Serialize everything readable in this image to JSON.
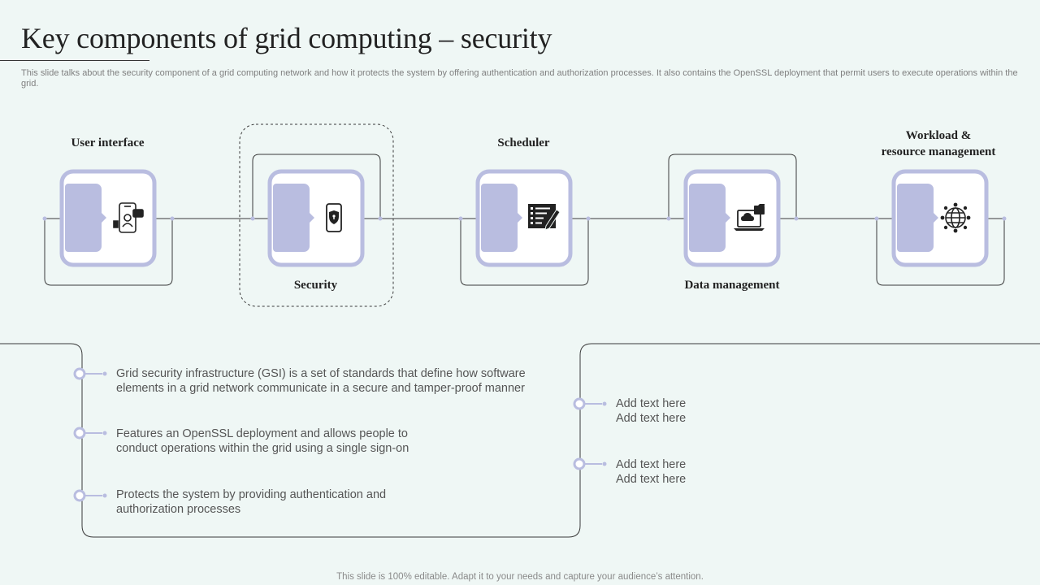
{
  "title": "Key components of grid computing – security",
  "subtitle": "This slide talks about the security component of a grid computing network and how it protects the system by offering authentication and authorization processes. It also contains the OpenSSL deployment that permit users to execute operations within the grid.",
  "components": [
    {
      "label": "User interface",
      "icon": "smartphone-user-icon"
    },
    {
      "label": "Security",
      "icon": "phone-shield-icon"
    },
    {
      "label": "Scheduler",
      "icon": "checklist-pen-icon"
    },
    {
      "label": "Data management",
      "icon": "laptop-cloud-icon"
    },
    {
      "label_line1": "Workload &",
      "label_line2": "resource management",
      "icon": "globe-network-icon"
    }
  ],
  "left_points": [
    {
      "line1": "Grid security infrastructure (GSI) is a set of standards that define how software",
      "line2": "elements in a grid network communicate in a secure and tamper-proof manner"
    },
    {
      "line1": "Features an OpenSSL deployment and allows people to",
      "line2": "conduct operations within the grid using a single sign-on"
    },
    {
      "line1": "Protects the system by providing authentication and",
      "line2": "authorization processes"
    }
  ],
  "right_points": [
    {
      "line1": "Add text here",
      "line2": "Add text here"
    },
    {
      "line1": "Add text here",
      "line2": "Add text here"
    }
  ],
  "footer": "This slide is 100% editable. Adapt it to your needs and capture your audience’s attention.",
  "colors": {
    "background": "#eff7f5",
    "accent": "#b9bde0",
    "line": "#3a3a3a"
  }
}
